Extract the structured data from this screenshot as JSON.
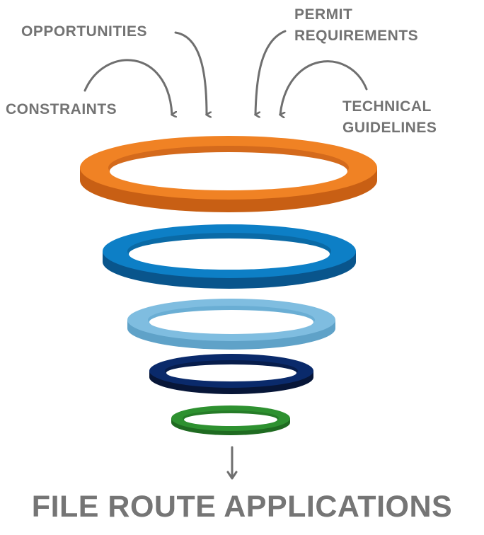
{
  "inputs": {
    "opportunities": "OPPORTUNITIES",
    "constraints": "CONSTRAINTS",
    "permit": [
      "PERMIT",
      "REQUIREMENTS"
    ],
    "technical": [
      "TECHNICAL",
      "GUIDELINES"
    ]
  },
  "output": {
    "title": "FILE ROUTE APPLICATIONS"
  },
  "colors": {
    "text": "#737373",
    "arrow": "#6f6f6f",
    "ring_orange": "#f08224",
    "ring_blue": "#0d7fc6",
    "ring_light_blue": "#7fbde0",
    "ring_navy": "#0a2a6b",
    "ring_green": "#2e9130"
  },
  "icons": {
    "input_arrow": "curved-arrow-down-icon",
    "output_arrow": "arrow-down-icon"
  }
}
